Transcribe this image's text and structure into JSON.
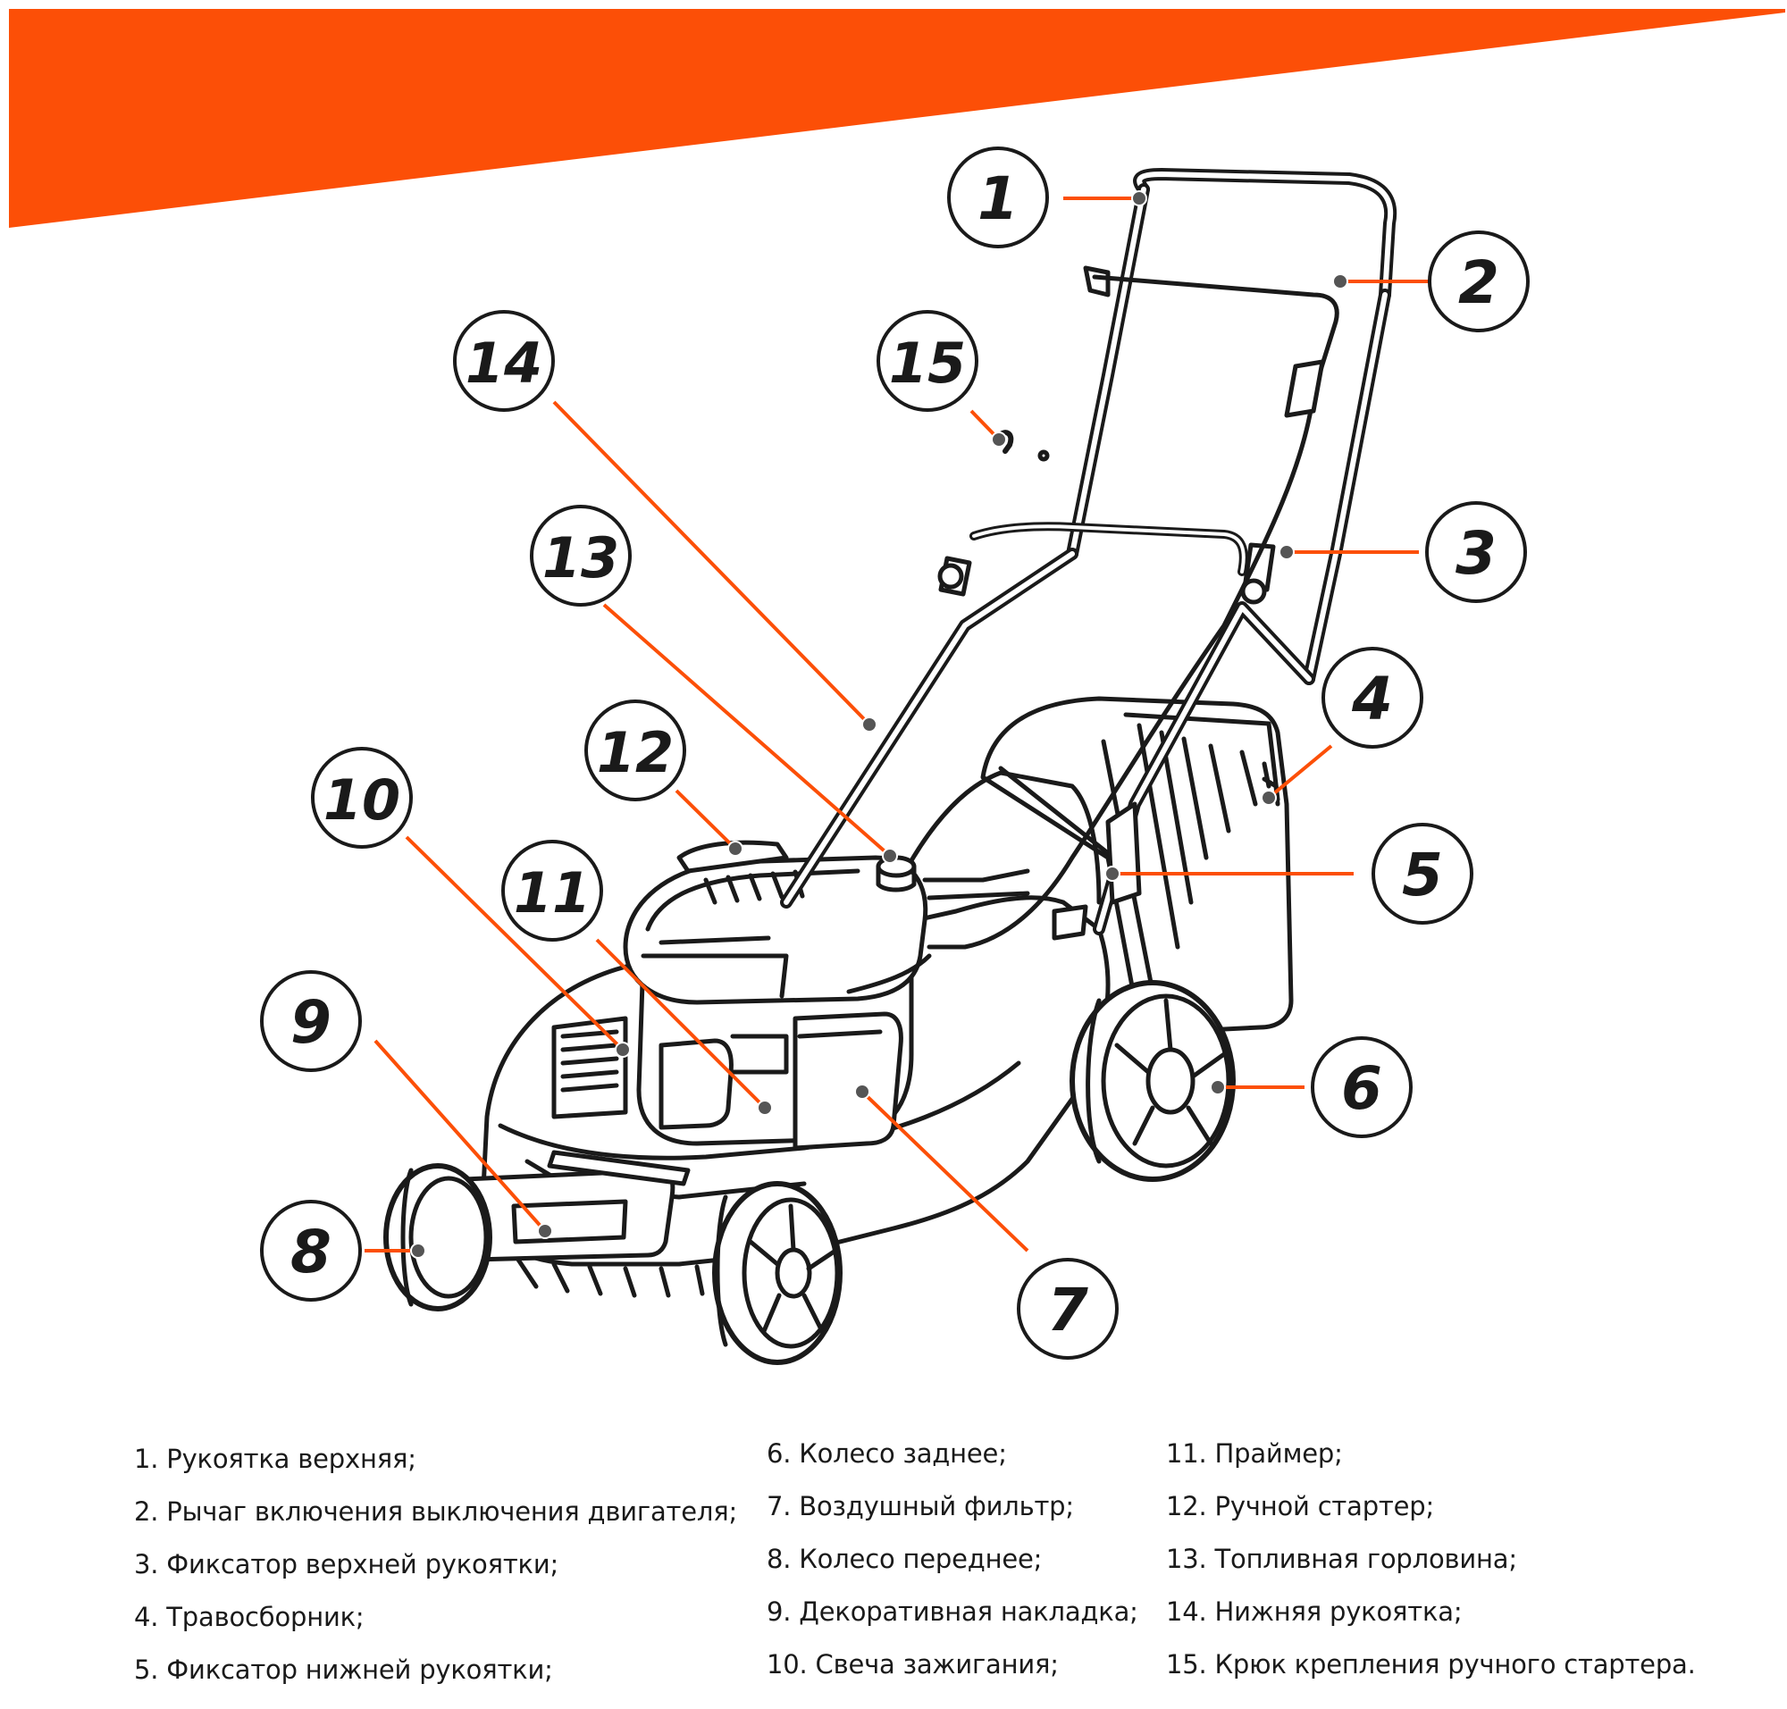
{
  "colors": {
    "accent": "#fc4f07",
    "outline": "#1a1a1a",
    "background": "#ffffff"
  },
  "callouts": [
    {
      "number": "1"
    },
    {
      "number": "2"
    },
    {
      "number": "3"
    },
    {
      "number": "4"
    },
    {
      "number": "5"
    },
    {
      "number": "6"
    },
    {
      "number": "7"
    },
    {
      "number": "8"
    },
    {
      "number": "9"
    },
    {
      "number": "10"
    },
    {
      "number": "11"
    },
    {
      "number": "12"
    },
    {
      "number": "13"
    },
    {
      "number": "14"
    },
    {
      "number": "15"
    }
  ],
  "legend": {
    "col1": [
      "1. Рукоятка верхняя;",
      "2. Рычаг включения выключения двигателя;",
      "3. Фиксатор верхней рукоятки;",
      "4. Травосборник;",
      "5. Фиксатор нижней рукоятки;"
    ],
    "col2": [
      "6. Колесо заднее;",
      "7. Воздушный фильтр;",
      "8. Колесо переднее;",
      "9. Декоративная накладка;",
      "10. Свеча зажигания;"
    ],
    "col3": [
      "11. Праймер;",
      "12. Ручной стартер;",
      "13. Топливная горловина;",
      "14. Нижняя рукоятка;",
      "15. Крюк крепления ручного стартера."
    ]
  }
}
